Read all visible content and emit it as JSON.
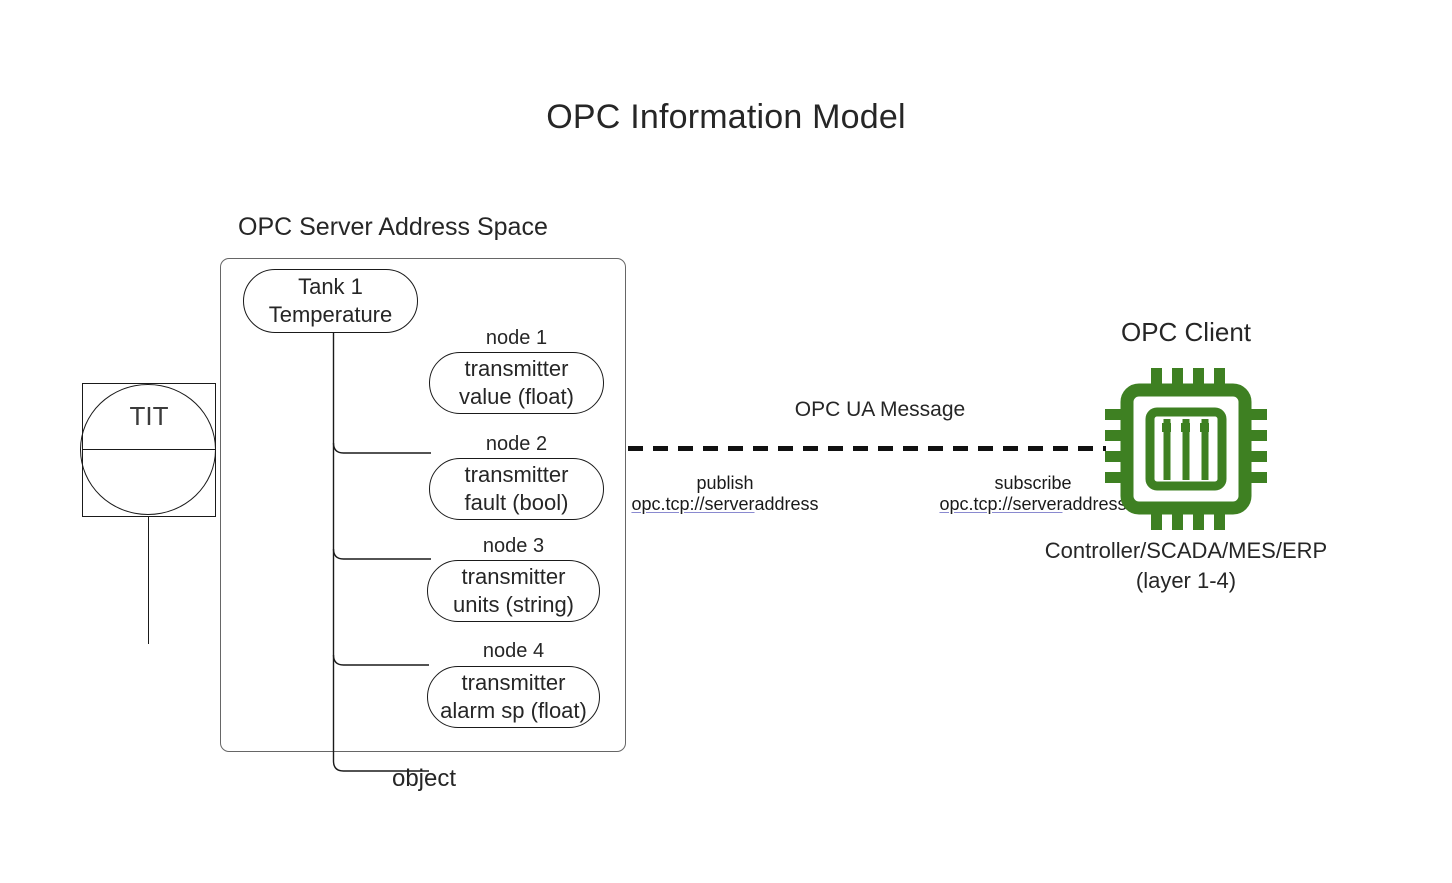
{
  "title": "OPC Information Model",
  "colors": {
    "chip_green": "#3e8022",
    "stroke": "#1a1a1a",
    "box_stroke": "#666666",
    "link_underline": "#8a8ad0",
    "background": "#ffffff"
  },
  "server": {
    "heading": "OPC Server Address Space",
    "footer_label": "object",
    "root_node": {
      "line1": "Tank 1",
      "line2": "Temperature"
    },
    "nodes": [
      {
        "caption": "node 1",
        "line1": "transmitter",
        "line2": "value (float)"
      },
      {
        "caption": "node 2",
        "line1": "transmitter",
        "line2": "fault (bool)"
      },
      {
        "caption": "node 3",
        "line1": "transmitter",
        "line2": "units (string)"
      },
      {
        "caption": "node 4",
        "line1": "transmitter",
        "line2": "alarm sp (float)"
      }
    ]
  },
  "field_device": {
    "tag": "TIT",
    "symbol": "instrument-balloon"
  },
  "link": {
    "message_label": "OPC UA Message",
    "publish": {
      "title": "publish",
      "uri_link": "opc.tcp://server",
      "uri_tail": "address"
    },
    "subscribe": {
      "title": "subscribe",
      "uri_link": "opc.tcp://server",
      "uri_tail": "address"
    }
  },
  "client": {
    "title": "OPC Client",
    "icon": "cpu-chip-icon",
    "subtitle_line1": "Controller/SCADA/MES/ERP",
    "subtitle_line2": "(layer 1-4)"
  }
}
